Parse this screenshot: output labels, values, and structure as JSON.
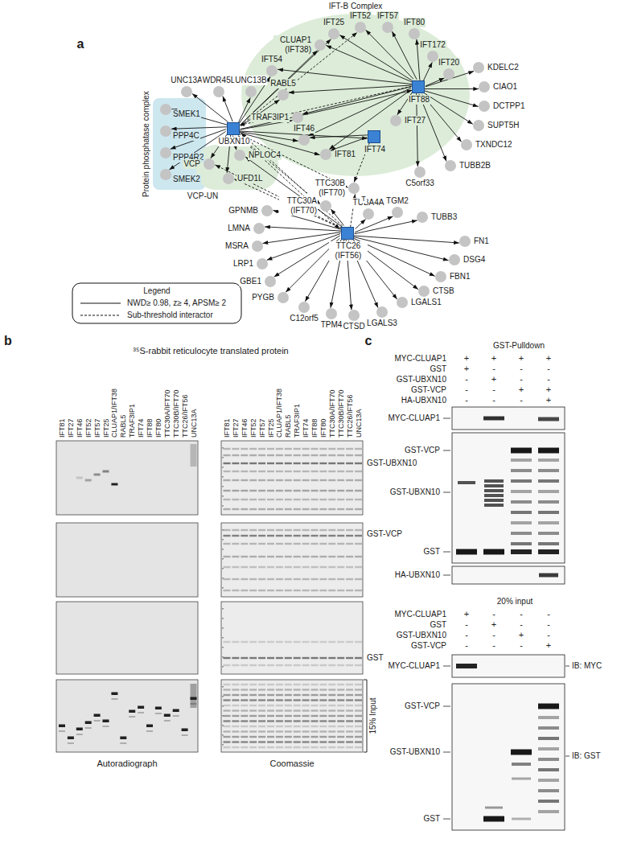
{
  "diagram": {
    "nodes": [
      {
        "text": [
          "IFT-B Complex"
        ]
      },
      {
        "text": [
          "IFT54"
        ],
        "in": 0
      },
      {
        "text": [
          "CLUAP1 (IFT38)"
        ],
        "in": 0
      },
      {
        "text": [
          "IFT25"
        ],
        "in": 0
      },
      {
        "text": [
          "IFT52"
        ],
        "in": 0
      },
      {
        "text": [
          "IFT57"
        ],
        "in": 0
      },
      {
        "text": [
          "IFT80"
        ],
        "in": 0
      },
      {
        "text": [
          "IFT172"
        ],
        "in": 0
      },
      {
        "text": [
          "IFT20"
        ],
        "in": 0
      },
      {
        "text": [
          "RABL5"
        ],
        "in": 0
      },
      {
        "text": [
          "TRAF3IP1"
        ],
        "in": 0
      },
      {
        "text": [
          "IFT88"
        ],
        "in": 0
      },
      {
        "text": [
          "IFT27"
        ],
        "in": 0
      },
      {
        "text": [
          "IFT46"
        ],
        "in": 0
      },
      {
        "text": [
          "IFT74"
        ],
        "in": 0
      },
      {
        "text": [
          "IFT81"
        ],
        "in": 0
      },
      {
        "text": [
          "UNC13A"
        ]
      },
      {
        "text": [
          "WDR45L"
        ]
      },
      {
        "text": [
          "UNC13B"
        ]
      },
      {
        "text": [
          "Protein phosphatase complex"
        ]
      },
      {
        "text": [
          "SMEK1"
        ],
        "in": 19
      },
      {
        "text": [
          "PPP4C"
        ],
        "in": 19
      },
      {
        "text": [
          "PPP4R2"
        ],
        "in": 19
      },
      {
        "text": [
          "SMEK2"
        ],
        "in": 19
      },
      {
        "text": [
          "UBXN10"
        ]
      },
      {
        "text": [
          "KDELC2"
        ]
      },
      {
        "text": [
          "CIAO1"
        ]
      },
      {
        "text": [
          "DCTPP1"
        ]
      },
      {
        "text": [
          "SUPT5H"
        ]
      },
      {
        "text": [
          "TXNDC12"
        ]
      },
      {
        "text": [
          "TUBB2B"
        ]
      },
      {
        "text": [
          "C5orf33"
        ]
      },
      {
        "text": [
          "TTC30B (IFT70)"
        ]
      },
      {
        "text": [
          "VCP-UN"
        ]
      },
      {
        "text": [
          "VCP"
        ],
        "in": 33
      },
      {
        "text": [
          "NPLOC4"
        ],
        "in": 33
      },
      {
        "text": [
          "UFD1L"
        ],
        "in": 33
      },
      {
        "text": [
          "TTC30A (IFT70)"
        ]
      },
      {
        "text": [
          "TUBA4A"
        ]
      },
      {
        "text": [
          "TGM2"
        ]
      },
      {
        "text": [
          "TUBB3"
        ]
      },
      {
        "text": [
          "TTC26 (IFT56)"
        ]
      },
      {
        "text": [
          "FN1"
        ]
      },
      {
        "text": [
          "DSG4"
        ]
      },
      {
        "text": [
          "FBN1"
        ]
      },
      {
        "text": [
          "CTSB"
        ]
      },
      {
        "text": [
          "LGALS1"
        ]
      },
      {
        "text": [
          "LGALS3"
        ]
      },
      {
        "text": [
          "CTSD"
        ]
      },
      {
        "text": [
          "TPM4"
        ]
      },
      {
        "text": [
          "C12orf5"
        ]
      },
      {
        "text": [
          "PYGB"
        ]
      },
      {
        "text": [
          "GBE1"
        ]
      },
      {
        "text": [
          "LRP1"
        ]
      },
      {
        "text": [
          "MSRA"
        ]
      },
      {
        "text": [
          "LMNA"
        ]
      },
      {
        "text": [
          "GPNMB"
        ]
      }
    ],
    "edges": [
      {
        "from": 24,
        "to": 16,
        "arrow": "to"
      },
      {
        "from": 24,
        "to": 17,
        "arrow": "to"
      },
      {
        "from": 24,
        "to": 18,
        "arrow": "to"
      },
      {
        "from": 24,
        "to": 20,
        "arrow": "to"
      },
      {
        "from": 24,
        "to": 21,
        "arrow": "to"
      },
      {
        "from": 24,
        "to": 22,
        "arrow": "to"
      },
      {
        "from": 24,
        "to": 23,
        "arrow": "to"
      },
      {
        "from": 24,
        "to": 34,
        "arrow": "to"
      },
      {
        "from": 24,
        "to": 35,
        "arrow": "to"
      },
      {
        "from": 24,
        "to": 36,
        "arrow": "to"
      },
      {
        "from": 24,
        "to": 1,
        "arrow": "to"
      },
      {
        "from": 24,
        "to": 2,
        "arrow": "to"
      },
      {
        "from": 24,
        "to": 3,
        "arrow": "to"
      },
      {
        "from": 24,
        "to": 4,
        "arrow": "to"
      },
      {
        "from": 24,
        "to": 9,
        "arrow": "to"
      },
      {
        "from": 24,
        "to": 10,
        "arrow": "to"
      },
      {
        "from": 24,
        "to": 13,
        "arrow": "to"
      },
      {
        "from": 24,
        "to": 15,
        "arrow": "to"
      },
      {
        "from": 24,
        "to": 11,
        "arrow": "to"
      },
      {
        "from": 24,
        "to": 14,
        "arrow": "to"
      },
      {
        "from": 24,
        "to": 32,
        "arrow": "to"
      },
      {
        "from": 24,
        "to": 37,
        "arrow": "to"
      },
      {
        "from": 24,
        "to": 41,
        "arrow": "to"
      },
      {
        "from": 11,
        "to": 1,
        "arrow": "to"
      },
      {
        "from": 11,
        "to": 2,
        "arrow": "to"
      },
      {
        "from": 11,
        "to": 3,
        "arrow": "to"
      },
      {
        "from": 11,
        "to": 4,
        "arrow": "to"
      },
      {
        "from": 11,
        "to": 5,
        "arrow": "to"
      },
      {
        "from": 11,
        "to": 6,
        "arrow": "to"
      },
      {
        "from": 11,
        "to": 7,
        "arrow": "to"
      },
      {
        "from": 11,
        "to": 8,
        "arrow": "to"
      },
      {
        "from": 11,
        "to": 9,
        "arrow": "to"
      },
      {
        "from": 11,
        "to": 10,
        "arrow": "to"
      },
      {
        "from": 11,
        "to": 12,
        "arrow": "to"
      },
      {
        "from": 11,
        "to": 13,
        "arrow": "to"
      },
      {
        "from": 11,
        "to": 15,
        "arrow": "to"
      },
      {
        "from": 11,
        "to": 25,
        "arrow": "to"
      },
      {
        "from": 11,
        "to": 26,
        "arrow": "to"
      },
      {
        "from": 11,
        "to": 27,
        "arrow": "to"
      },
      {
        "from": 11,
        "to": 28,
        "arrow": "to"
      },
      {
        "from": 11,
        "to": 29,
        "arrow": "to"
      },
      {
        "from": 11,
        "to": 30,
        "arrow": "to"
      },
      {
        "from": 11,
        "to": 31,
        "arrow": "to"
      },
      {
        "from": 11,
        "to": 24,
        "arrow": "to"
      },
      {
        "from": 14,
        "to": 13,
        "arrow": "to"
      },
      {
        "from": 14,
        "to": 15,
        "arrow": "to"
      },
      {
        "from": 14,
        "to": 32,
        "arrow": "to"
      },
      {
        "from": 41,
        "to": 38,
        "arrow": "to"
      },
      {
        "from": 41,
        "to": 39,
        "arrow": "to"
      },
      {
        "from": 41,
        "to": 40,
        "arrow": "to"
      },
      {
        "from": 41,
        "to": 42,
        "arrow": "to"
      },
      {
        "from": 41,
        "to": 43,
        "arrow": "to"
      },
      {
        "from": 41,
        "to": 44,
        "arrow": "to"
      },
      {
        "from": 41,
        "to": 45,
        "arrow": "to"
      },
      {
        "from": 41,
        "to": 46,
        "arrow": "to"
      },
      {
        "from": 41,
        "to": 47,
        "arrow": "to"
      },
      {
        "from": 41,
        "to": 48,
        "arrow": "to"
      },
      {
        "from": 41,
        "to": 49,
        "arrow": "to"
      },
      {
        "from": 41,
        "to": 50,
        "arrow": "to"
      },
      {
        "from": 41,
        "to": 51,
        "arrow": "to"
      },
      {
        "from": 41,
        "to": 52,
        "arrow": "to"
      },
      {
        "from": 41,
        "to": 53,
        "arrow": "to"
      },
      {
        "from": 41,
        "to": 54,
        "arrow": "to"
      },
      {
        "from": 41,
        "to": 55,
        "arrow": "to"
      },
      {
        "from": 41,
        "to": 56,
        "arrow": "to"
      },
      {
        "from": 41,
        "to": 34,
        "arrow": "to"
      },
      {
        "from": 41,
        "to": 35,
        "arrow": "to"
      },
      {
        "from": 41,
        "to": 36,
        "arrow": "to"
      },
      {
        "from": 41,
        "to": 37,
        "arrow": "to"
      },
      {
        "from": 41,
        "to": 32,
        "arrow": "to"
      },
      {
        "from": 41,
        "to": 24,
        "arrow": "to"
      }
    ],
    "labels": [
      "a",
      "Legend",
      "T",
      "b",
      "³⁵S-rabbit reticulocyte translated protein",
      "IFT81",
      "IFT27",
      "IFT46",
      "IFT52",
      "IFT57",
      "IFT25",
      "CLUAP1/IFT38",
      "RABL5",
      "TRAF3IP1",
      "IFT74",
      "IFT88",
      "IFT80",
      "TTC30A/IFT70",
      "TTC30B/IFT70",
      "TTC26/IFT56",
      "UNC13A",
      "IFT81",
      "IFT27",
      "IFT46",
      "IFT52",
      "IFT57",
      "IFT25",
      "CLUAP1/IFT38",
      "RABL5",
      "TRAF3IP1",
      "IFT74",
      "IFT88",
      "IFT80",
      "TTC30A/IFT70",
      "TTC30B/IFT70",
      "TTC26/IFT56",
      "UNC13A",
      "GST-UBXN10",
      "GST-VCP",
      "GST",
      "15% Input",
      "Autoradiograph",
      "Coomassie",
      "c",
      "GST-Pulldown",
      "MYC-CLUAP1",
      "GST",
      "GST-UBXN10",
      "GST-VCP",
      "HA-UBXN10",
      "+",
      "+",
      "+",
      "+",
      "+",
      "-",
      "-",
      "-",
      "-",
      "+",
      "-",
      "-",
      "-",
      "-",
      "+",
      "+",
      "-",
      "-",
      "-",
      "+",
      "MYC-CLUAP1",
      "GST-VCP",
      "GST-UBXN10",
      "GST",
      "HA-UBXN10",
      "20% input",
      "MYC-CLUAP1",
      "GST",
      "GST-UBXN10",
      "GST-VCP",
      "+",
      "-",
      "-",
      "-",
      "-",
      "+",
      "-",
      "-",
      "-",
      "-",
      "+",
      "-",
      "-",
      "-",
      "-",
      "+",
      "MYC-CLUAP1",
      "IB: MYC",
      "GST-VCP",
      "GST-UBXN10",
      "GST",
      "IB: GST"
    ],
    "legend": [
      {
        "text": "NWD≥ 0.98, z≥ 4, APSM≥ 2"
      },
      {
        "text": "Sub-threshold interactor"
      }
    ]
  }
}
